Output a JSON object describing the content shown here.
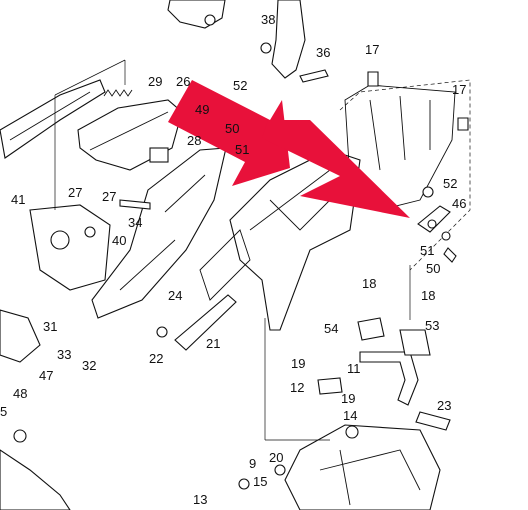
{
  "diagram": {
    "callouts": [
      "38",
      "36",
      "17",
      "29",
      "26",
      "52",
      "49",
      "17",
      "28",
      "50",
      "51",
      "52",
      "46",
      "41",
      "27",
      "27",
      "34",
      "40",
      "51",
      "50",
      "24",
      "18",
      "18",
      "54",
      "53",
      "31",
      "33",
      "32",
      "22",
      "21",
      "19",
      "11",
      "12",
      "19",
      "47",
      "14",
      "23",
      "48",
      "20",
      "9",
      "15",
      "13",
      "5"
    ],
    "arrow_color": "#e8113a",
    "line_color": "#111111"
  }
}
